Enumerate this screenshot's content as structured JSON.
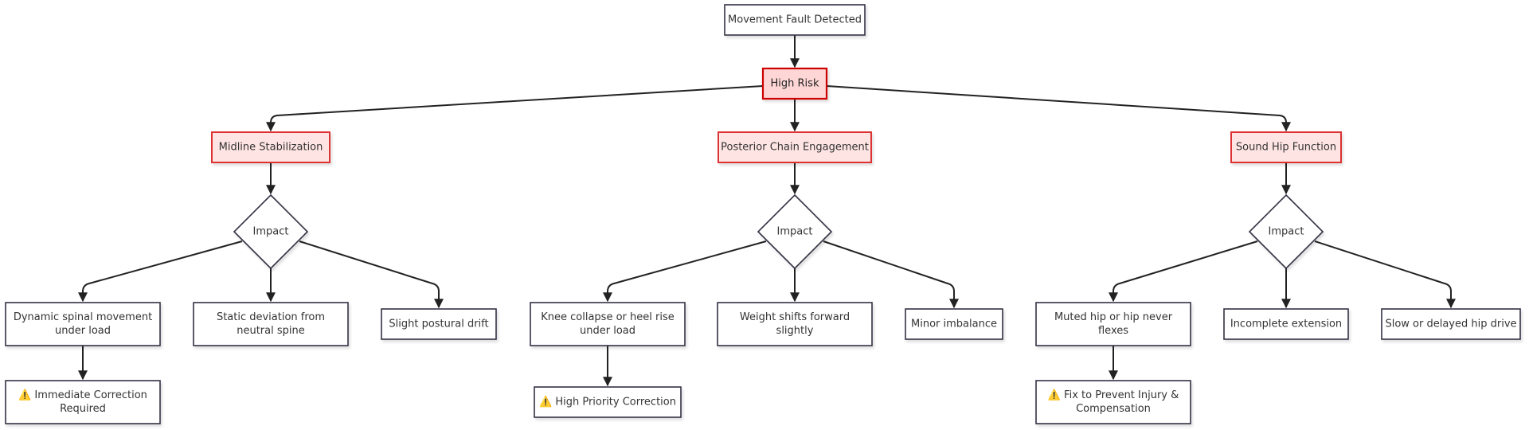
{
  "root": {
    "label": "Movement Fault Detected"
  },
  "risk": {
    "label": "High Risk"
  },
  "categories": [
    {
      "label": "Midline Stabilization",
      "decision": "Impact",
      "outcomes": [
        {
          "lines": [
            "Dynamic spinal movement",
            "under load"
          ]
        },
        {
          "lines": [
            "Static deviation from",
            "neutral spine"
          ]
        },
        {
          "lines": [
            "Slight postural drift"
          ]
        }
      ],
      "action": {
        "icon": "warning-icon",
        "lines": [
          "⚠️ Immediate Correction",
          "Required"
        ]
      }
    },
    {
      "label": "Posterior Chain Engagement",
      "decision": "Impact",
      "outcomes": [
        {
          "lines": [
            "Knee collapse or heel rise",
            "under load"
          ]
        },
        {
          "lines": [
            "Weight shifts forward",
            "slightly"
          ]
        },
        {
          "lines": [
            "Minor imbalance"
          ]
        }
      ],
      "action": {
        "icon": "warning-icon",
        "lines": [
          "⚠️ High Priority Correction"
        ]
      }
    },
    {
      "label": "Sound Hip Function",
      "decision": "Impact",
      "outcomes": [
        {
          "lines": [
            "Muted hip or hip never",
            "flexes"
          ]
        },
        {
          "lines": [
            "Incomplete extension"
          ]
        },
        {
          "lines": [
            "Slow or delayed hip drive"
          ]
        }
      ],
      "action": {
        "icon": "warning-icon",
        "lines": [
          "⚠️ Fix to Prevent Injury &",
          "Compensation"
        ]
      }
    }
  ],
  "colors": {
    "risk_fill": "#ffd6d6",
    "risk_stroke": "#cc0000",
    "category_fill": "#ffe4e4",
    "category_stroke": "#dd3333",
    "node_fill": "#ffffff",
    "node_stroke": "#333344",
    "edge": "#222222"
  }
}
